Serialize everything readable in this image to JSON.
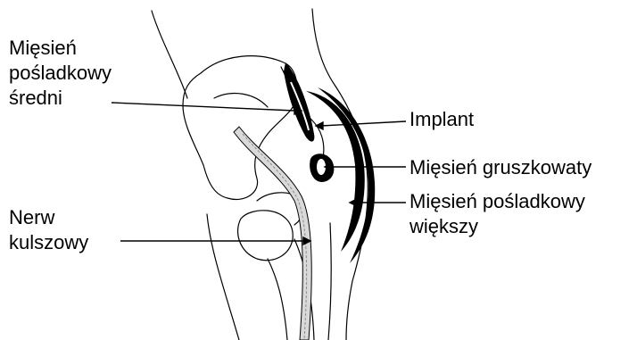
{
  "labels": {
    "gluteus_medius": [
      "Mięsień",
      "pośladkowy",
      "średni"
    ],
    "sciatic_nerve": [
      "Nerw",
      "kulszowy"
    ],
    "implant": [
      "Implant"
    ],
    "piriformis": [
      "Mięsień gruszkowaty"
    ],
    "gluteus_maximus": [
      "Mięsień pośladkowy",
      "większy"
    ]
  },
  "colors": {
    "line": "#000000",
    "fill_dark": "#000000",
    "nerve_fill": "#d9d9d9",
    "background": "#ffffff"
  }
}
